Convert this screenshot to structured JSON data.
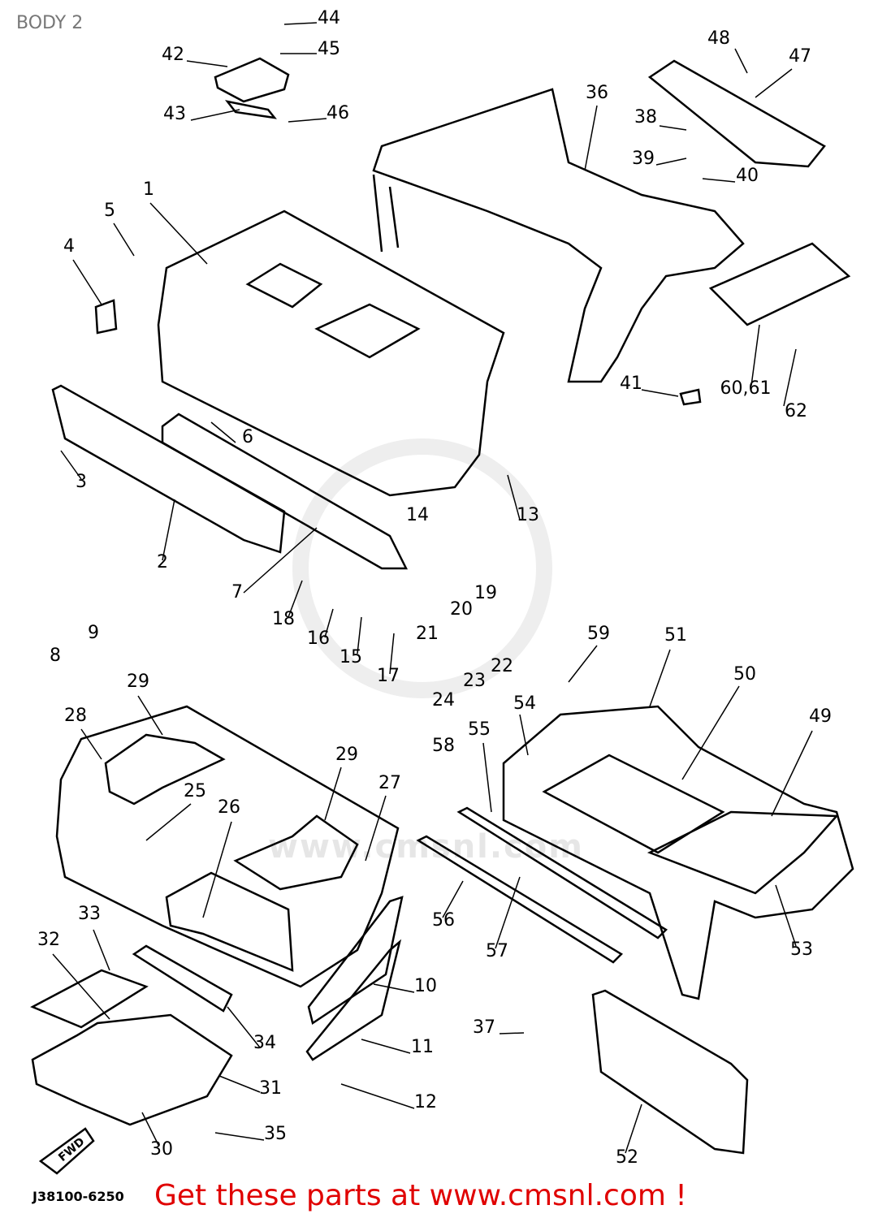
{
  "title": "BODY 2",
  "callouts": [
    "44",
    "45",
    "42",
    "43",
    "46",
    "48",
    "47",
    "36",
    "38",
    "39",
    "40",
    "1",
    "5",
    "4",
    "6",
    "3",
    "13",
    "14",
    "2",
    "7",
    "18",
    "16",
    "15",
    "17",
    "21",
    "20",
    "19",
    "22",
    "23",
    "24",
    "9",
    "8",
    "41",
    "60,61",
    "62",
    "59",
    "51",
    "50",
    "49",
    "54",
    "55",
    "58",
    "29",
    "28",
    "29",
    "27",
    "25",
    "26",
    "56",
    "57",
    "53",
    "33",
    "32",
    "10",
    "11",
    "37",
    "34",
    "31",
    "12",
    "35",
    "30",
    "52"
  ],
  "fwd_label": "FWD",
  "diagram_code": "J38100-6250",
  "promo": "Get these parts at www.cmsnl.com !",
  "watermark": "www.cmsnl.com"
}
